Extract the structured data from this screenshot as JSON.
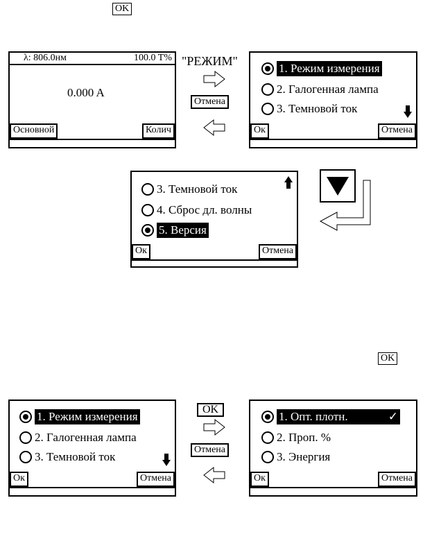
{
  "top_ok_key": "OK",
  "mid_ok_key": "OK",
  "mode_label": "\"РЕЖИМ\"",
  "cancel_key_top": "Отмена",
  "ok_key_bottom": "OK",
  "cancel_key_bottom": "Отмена",
  "main_screen": {
    "wavelength": "λ:  806.0нм",
    "transmittance": "100.0 T%",
    "reading": "0.000 A",
    "left_btn": "Основной",
    "right_btn": "Колич"
  },
  "menu_screen_1": {
    "items": [
      "1. Режим измерения",
      "2. Галогенная лампа",
      "3. Темновой ток"
    ],
    "ok_btn": "Ок",
    "cancel_btn": "Отмена"
  },
  "menu_screen_2": {
    "items": [
      "3. Темновой ток",
      "4. Сброс дл. волны",
      "5. Версия"
    ],
    "ok_btn": "Ок",
    "cancel_btn": "Отмена"
  },
  "menu_screen_3": {
    "items": [
      "1. Режим измерения",
      "2. Галогенная лампа",
      "3. Темновой ток"
    ],
    "ok_btn": "Ок",
    "cancel_btn": "Отмена"
  },
  "menu_screen_4": {
    "items": [
      "1. Опт. плотн.",
      "2. Проп. %",
      "3. Энергия"
    ],
    "check": "✓",
    "ok_btn": "Ок",
    "cancel_btn": "Отмена"
  }
}
